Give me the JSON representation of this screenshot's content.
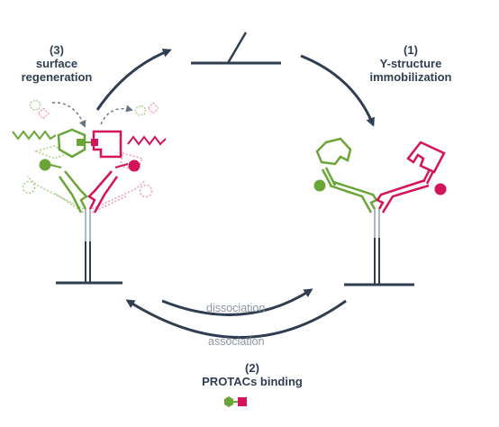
{
  "steps": [
    {
      "number": "(1)",
      "lines": [
        "Y-structure",
        "immobilization"
      ]
    },
    {
      "number": "(2)",
      "lines": [
        "PROTACs binding"
      ]
    },
    {
      "number": "(3)",
      "lines": [
        "surface",
        "regeneration"
      ]
    }
  ],
  "arrow_labels": {
    "dissociation": "dissociation",
    "association": "association"
  },
  "colors": {
    "dark": "#2f3e51",
    "green": "#6aa637",
    "magenta": "#d4145a",
    "gray_text": "#8f969f",
    "light_green": "#a9cf8a",
    "light_magenta": "#ee9bb5"
  },
  "icons": [
    "protac-icon",
    "y-structure-icon",
    "e3-ligase-icon",
    "target-protein-icon",
    "surface-icon"
  ]
}
